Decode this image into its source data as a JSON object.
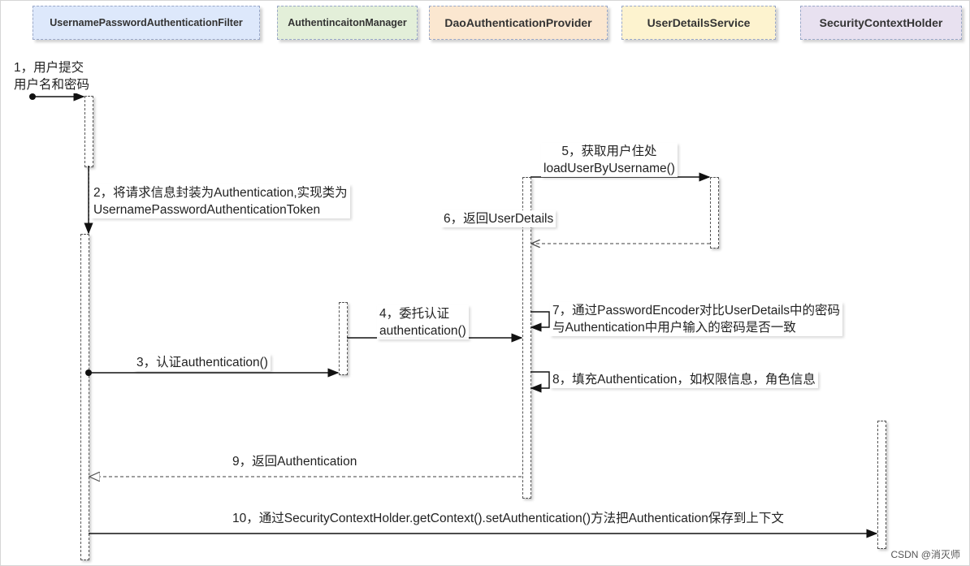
{
  "participants": [
    {
      "label": "UsernamePasswordAuthenticationFilter",
      "bg": "#dde8fb"
    },
    {
      "label": "AuthentincaitonManager",
      "bg": "#e3efd9"
    },
    {
      "label": "DaoAuthenticationProvider",
      "bg": "#fbe7d0"
    },
    {
      "label": "UserDetailsService",
      "bg": "#fdf3cf"
    },
    {
      "label": "SecurityContextHolder",
      "bg": "#e8e1f0"
    }
  ],
  "messages": {
    "m1": {
      "line1": "1，用户提交",
      "line2": "用户名和密码"
    },
    "m2": {
      "line1": "2，将请求信息封装为Authentication,实现类为",
      "line2": "UsernamePasswordAuthenticationToken"
    },
    "m3": {
      "text": "3，认证authentication()"
    },
    "m4": {
      "line1": "4，委托认证",
      "line2": "authentication()"
    },
    "m5": {
      "line1": "5，获取用户住处",
      "line2": "loadUserByUsername()"
    },
    "m6": {
      "text": "6，返回UserDetails"
    },
    "m7": {
      "line1": "7，通过PasswordEncoder对比UserDetails中的密码",
      "line2": "与Authentication中用户输入的密码是否一致"
    },
    "m8": {
      "text": "8，填充Authentication，如权限信息，角色信息"
    },
    "m9": {
      "text": "9，返回Authentication"
    },
    "m10": {
      "text": "10，通过SecurityContextHolder.getContext().setAuthentication()方法把Authentication保存到上下文"
    }
  },
  "watermark": "CSDN @消灭师"
}
